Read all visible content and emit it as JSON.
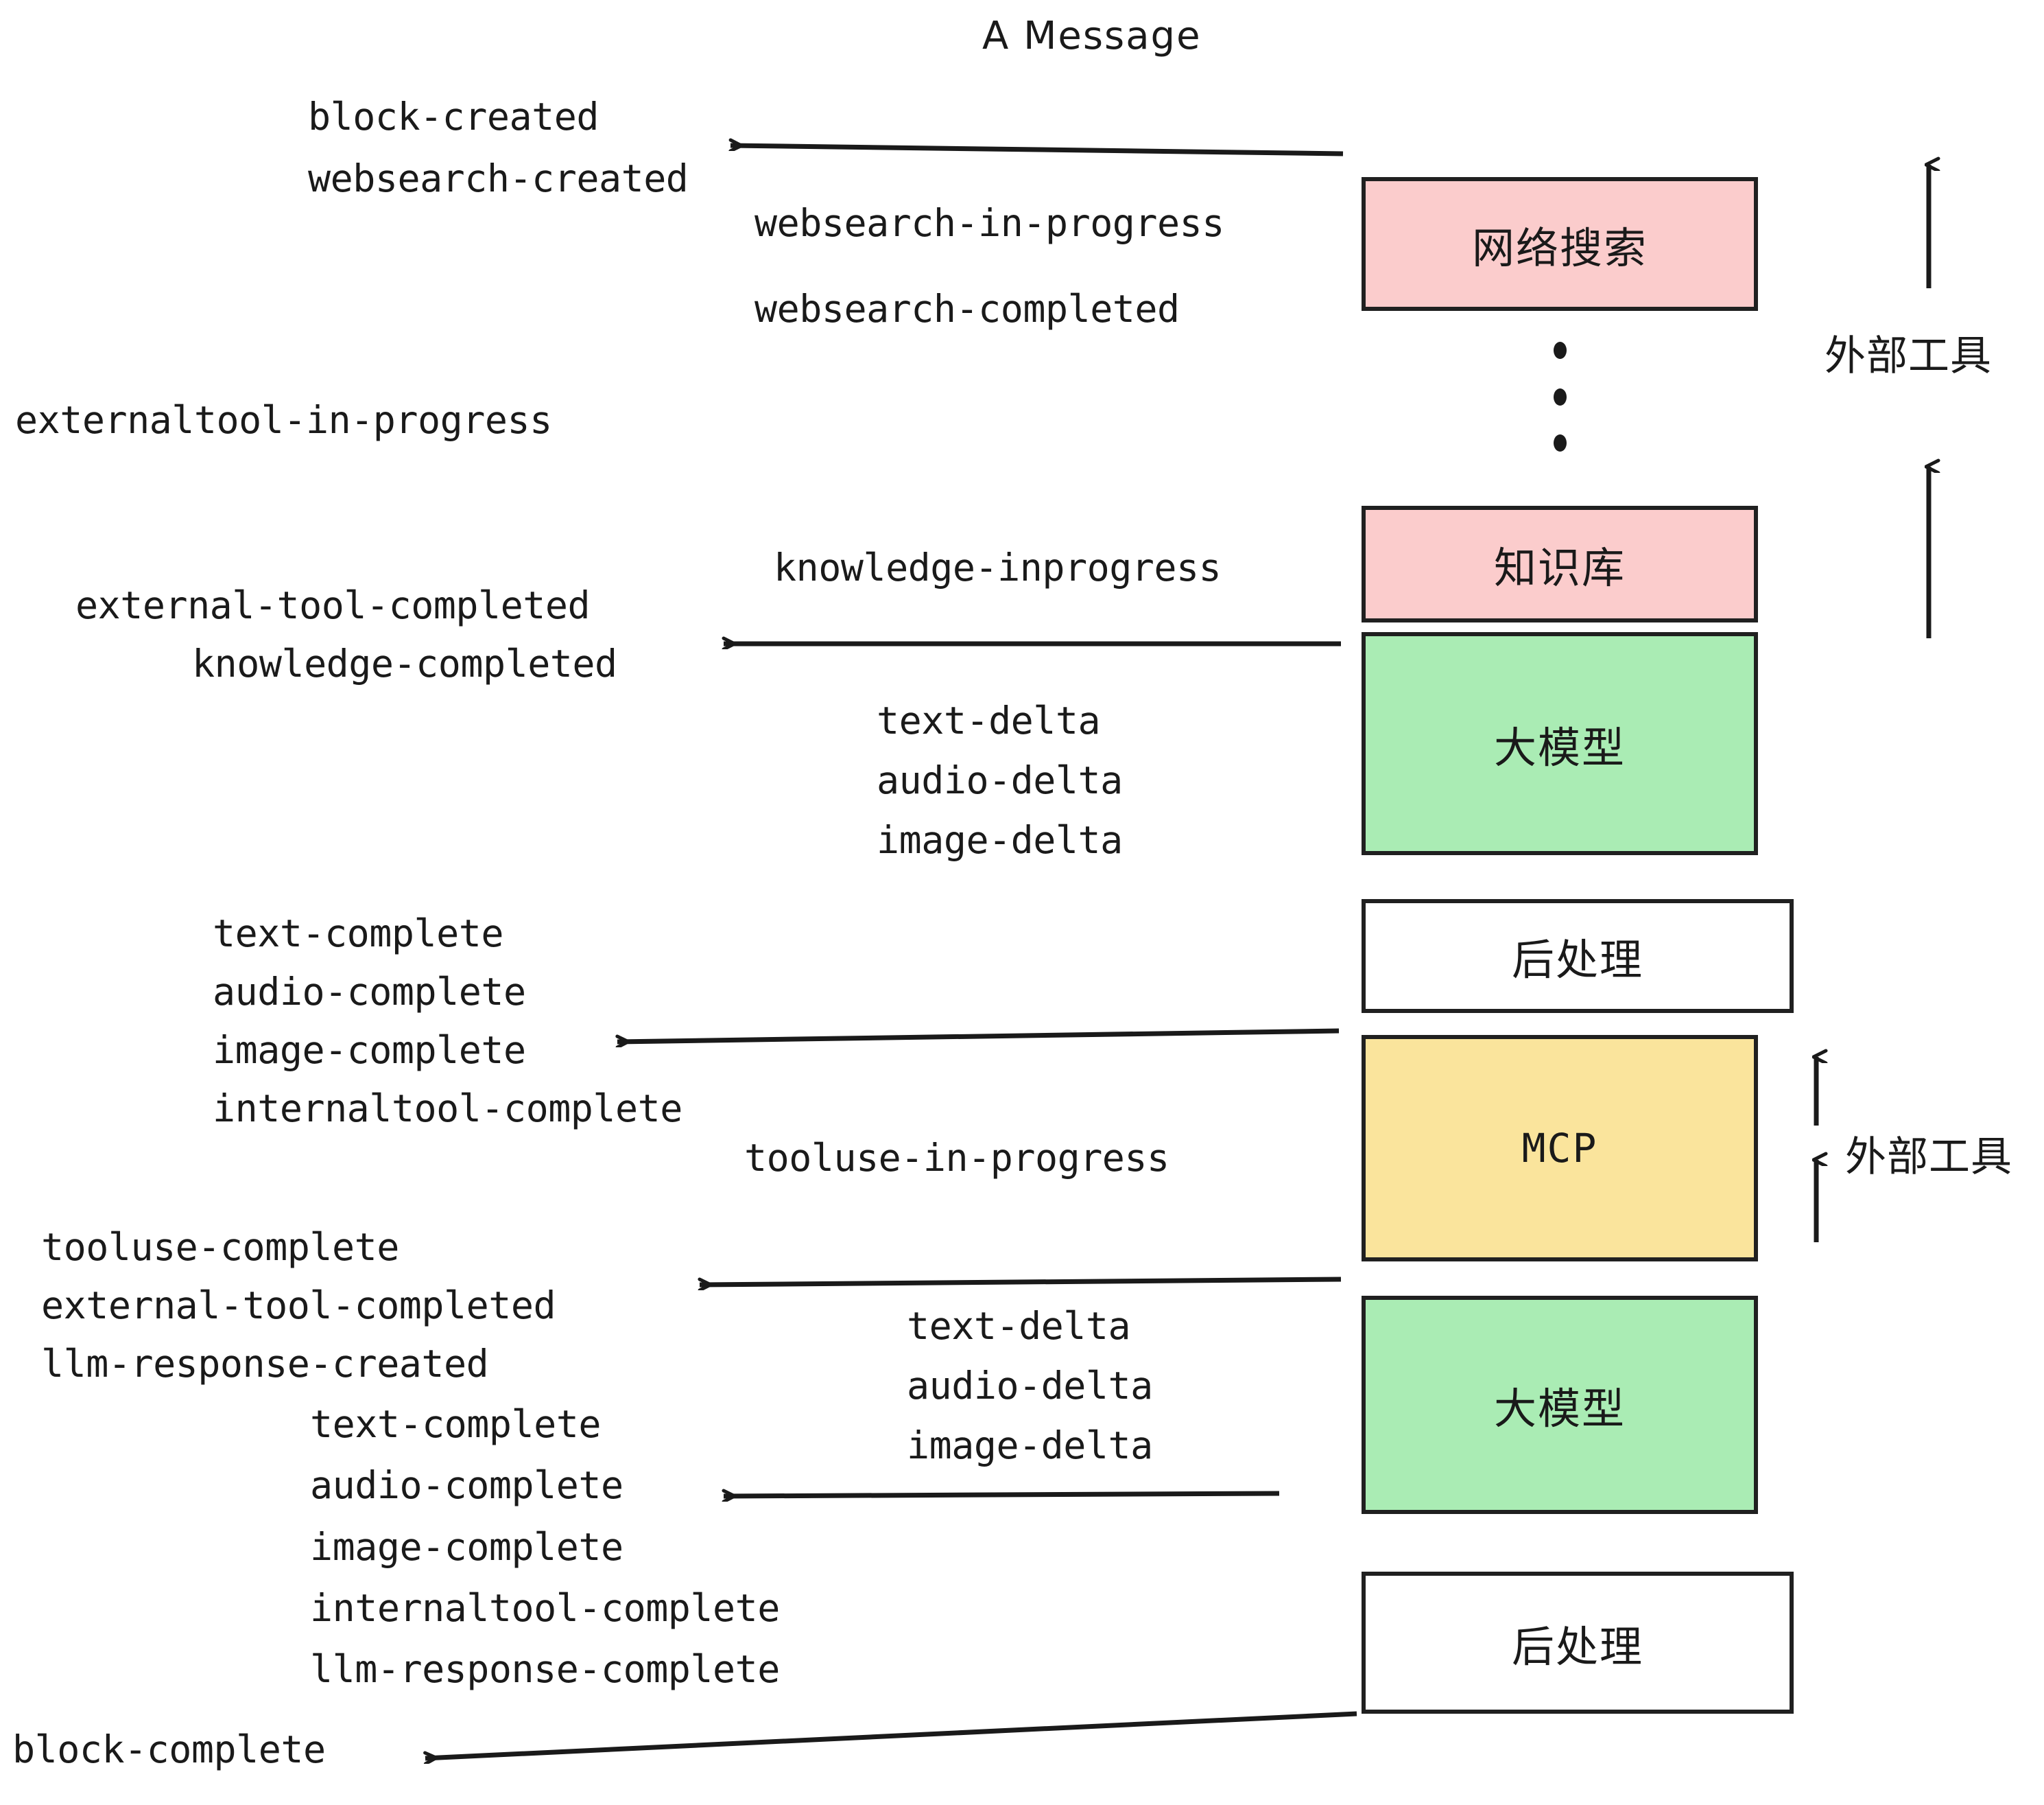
{
  "title": "A Message",
  "boxes": [
    {
      "id": "websearch",
      "label": "网络搜索",
      "color": "#FBCCCC",
      "kind": "cjk"
    },
    {
      "id": "knowledge",
      "label": "知识库",
      "color": "#FBCCCC",
      "kind": "cjk"
    },
    {
      "id": "llm-1",
      "label": "大模型",
      "color": "#AAECB4",
      "kind": "cjk"
    },
    {
      "id": "postprocess-1",
      "label": "后处理",
      "color": "#FFFFFF",
      "kind": "cjk"
    },
    {
      "id": "mcp",
      "label": "MCP",
      "color": "#FAE49C",
      "kind": "mono"
    },
    {
      "id": "llm-2",
      "label": "大模型",
      "color": "#AAECB4",
      "kind": "cjk"
    },
    {
      "id": "postprocess-2",
      "label": "后处理",
      "color": "#FFFFFF",
      "kind": "cjk"
    }
  ],
  "events": {
    "block_created": "block-created",
    "websearch_created": "websearch-created",
    "websearch_in_progress": "websearch-in-progress",
    "websearch_completed": "websearch-completed",
    "externaltool_in_progress": "externaltool-in-progress",
    "knowledge_inprogress": "knowledge-inprogress",
    "external_tool_completed_1": "external-tool-completed",
    "knowledge_completed": "knowledge-completed",
    "text_delta_1": "text-delta",
    "audio_delta_1": "audio-delta",
    "image_delta_1": "image-delta",
    "text_complete_1": "text-complete",
    "audio_complete_1": "audio-complete",
    "image_complete_1": "image-complete",
    "internaltool_complete_1": "internaltool-complete",
    "tooluse_in_progress": "tooluse-in-progress",
    "tooluse_complete": "tooluse-complete",
    "external_tool_completed_2": "external-tool-completed",
    "llm_response_created": "llm-response-created",
    "text_delta_2": "text-delta",
    "audio_delta_2": "audio-delta",
    "image_delta_2": "image-delta",
    "text_complete_2": "text-complete",
    "audio_complete_2": "audio-complete",
    "image_complete_2": "image-complete",
    "internaltool_complete_2": "internaltool-complete",
    "llm_response_complete": "llm-response-complete",
    "block_complete": "block-complete"
  },
  "side_labels": {
    "external_tool_top": "外部工具",
    "external_tool_bottom": "外部工具"
  },
  "colors": {
    "stroke": "#202020",
    "text": "#1a1a1a",
    "pink": "#FBCCCC",
    "green": "#AAECB4",
    "yellow": "#FAE49C",
    "white": "#FFFFFF"
  }
}
